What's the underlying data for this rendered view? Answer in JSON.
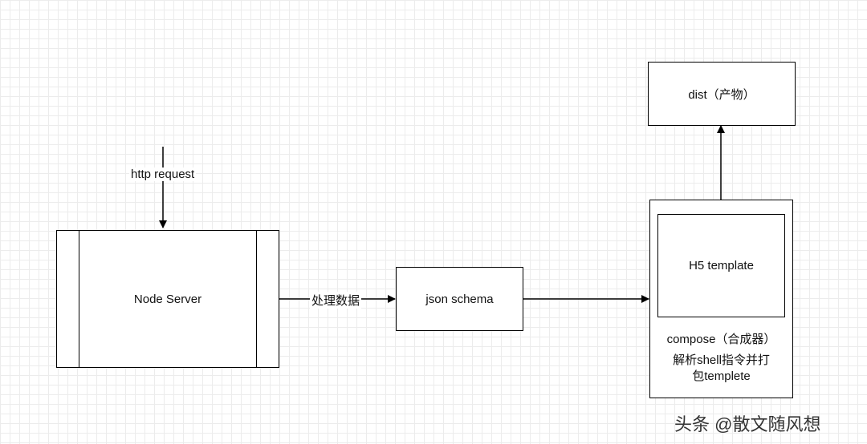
{
  "nodes": {
    "node_server": "Node Server",
    "json_schema": "json schema",
    "h5_template": "H5 template",
    "compose": "compose（合成器）",
    "compose_desc_line1": "解析shell指令并打",
    "compose_desc_line2": "包templete",
    "dist": "dist（产物）"
  },
  "edges": {
    "http_request": "http request",
    "process_data": "处理数据"
  },
  "watermark": "头条 @散文随风想",
  "colors": {
    "stroke": "#000000",
    "grid": "#ececec",
    "background": "#ffffff"
  }
}
